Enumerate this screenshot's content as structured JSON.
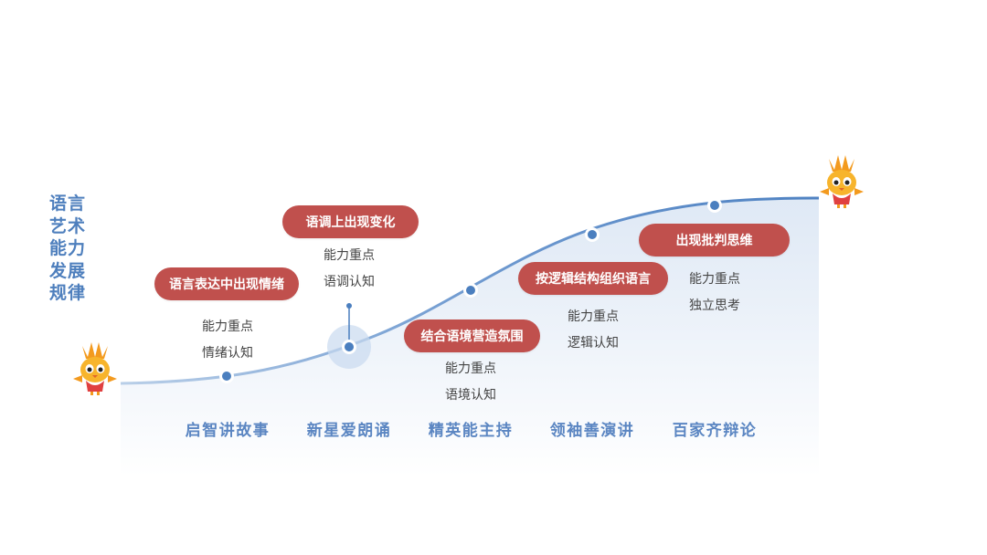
{
  "side_title": "语言艺术能力发展规律",
  "milestones": [
    {
      "stage": "启智讲故事",
      "tag": "语言表达中出现情绪",
      "label": "能力重点",
      "focus": "情绪认知"
    },
    {
      "stage": "新星爱朗诵",
      "tag": "语调上出现变化",
      "label": "能力重点",
      "focus": "语调认知"
    },
    {
      "stage": "精英能主持",
      "tag": "结合语境营造氛围",
      "label": "能力重点",
      "focus": "语境认知"
    },
    {
      "stage": "领袖善演讲",
      "tag": "按逻辑结构组织语言",
      "label": "能力重点",
      "focus": "逻辑认知"
    },
    {
      "stage": "百家齐辩论",
      "tag": "出现批判思维",
      "label": "能力重点",
      "focus": "独立思考"
    }
  ],
  "colors": {
    "curve": "#5b8cc7",
    "dot": "#4b7fbf",
    "pill": "#c0504d",
    "title": "#4e7fbd"
  },
  "icons": {
    "start": "phoenix-mascot-icon",
    "end": "phoenix-mascot-icon"
  }
}
